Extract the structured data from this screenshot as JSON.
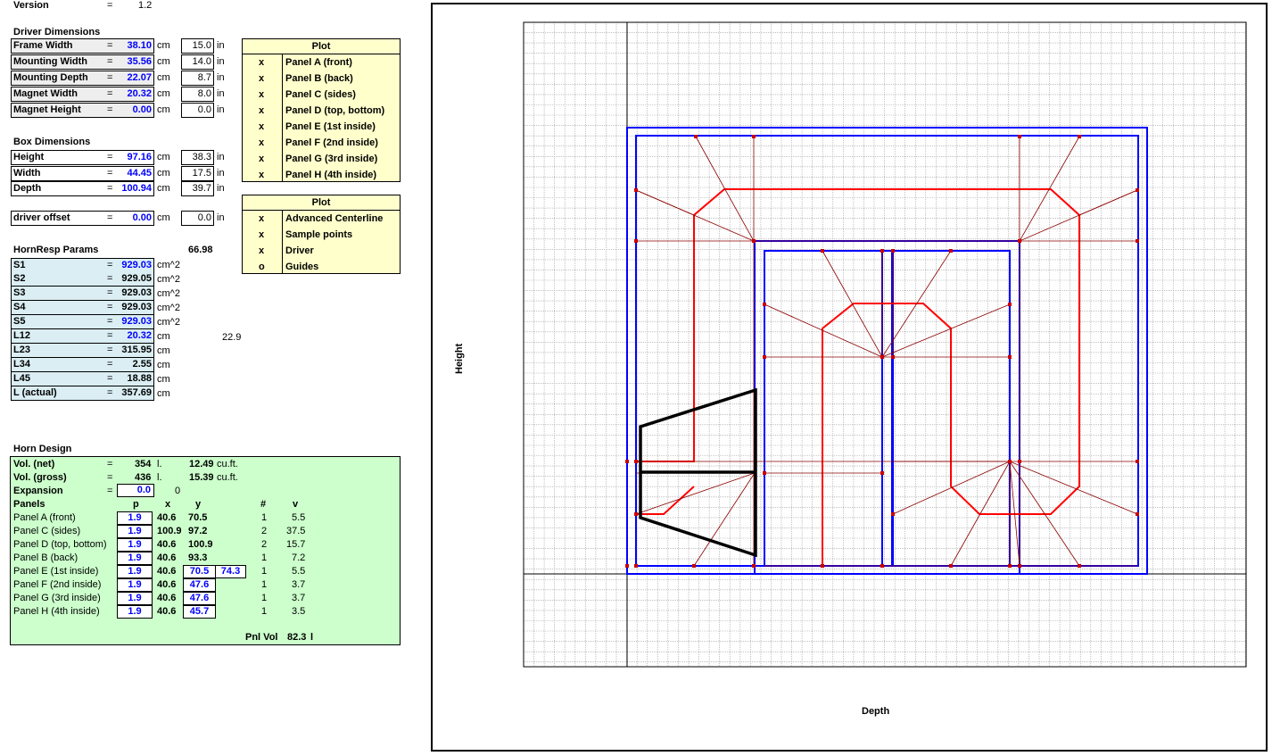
{
  "version": {
    "label": "Version",
    "eq": "=",
    "value": "1.2"
  },
  "driver": {
    "title": "Driver Dimensions",
    "rows": [
      {
        "label": "Frame Width",
        "eq": "=",
        "cm": "38.10",
        "unit_cm": "cm",
        "in": "15.0",
        "unit_in": "in"
      },
      {
        "label": "Mounting Width",
        "eq": "=",
        "cm": "35.56",
        "unit_cm": "cm",
        "in": "14.0",
        "unit_in": "in"
      },
      {
        "label": "Mounting Depth",
        "eq": "=",
        "cm": "22.07",
        "unit_cm": "cm",
        "in": "8.7",
        "unit_in": "in"
      },
      {
        "label": "Magnet Width",
        "eq": "=",
        "cm": "20.32",
        "unit_cm": "cm",
        "in": "8.0",
        "unit_in": "in"
      },
      {
        "label": "Magnet Height",
        "eq": "=",
        "cm": "0.00",
        "unit_cm": "cm",
        "in": "0.0",
        "unit_in": "in"
      }
    ]
  },
  "box": {
    "title": "Box Dimensions",
    "rows": [
      {
        "label": "Height",
        "eq": "=",
        "cm": "97.16",
        "unit_cm": "cm",
        "in": "38.3",
        "unit_in": "in"
      },
      {
        "label": "Width",
        "eq": "=",
        "cm": "44.45",
        "unit_cm": "cm",
        "in": "17.5",
        "unit_in": "in"
      },
      {
        "label": "Depth",
        "eq": "=",
        "cm": "100.94",
        "unit_cm": "cm",
        "in": "39.7",
        "unit_in": "in"
      }
    ],
    "offset": {
      "label": "driver offset",
      "eq": "=",
      "cm": "0.00",
      "unit_cm": "cm",
      "in": "0.0",
      "unit_in": "in"
    }
  },
  "plot1": {
    "header": "Plot",
    "items": [
      {
        "mark": "x",
        "label": "Panel A (front)"
      },
      {
        "mark": "x",
        "label": "Panel B (back)"
      },
      {
        "mark": "x",
        "label": "Panel C (sides)"
      },
      {
        "mark": "x",
        "label": "Panel D (top, bottom)"
      },
      {
        "mark": "x",
        "label": "Panel E (1st inside)"
      },
      {
        "mark": "x",
        "label": "Panel F (2nd inside)"
      },
      {
        "mark": "x",
        "label": "Panel G (3rd inside)"
      },
      {
        "mark": "x",
        "label": "Panel H (4th inside)"
      }
    ]
  },
  "plot2": {
    "header": "Plot",
    "items": [
      {
        "mark": "x",
        "label": "Advanced Centerline"
      },
      {
        "mark": "x",
        "label": "Sample points"
      },
      {
        "mark": "x",
        "label": "Driver"
      },
      {
        "mark": "o",
        "label": "Guides"
      }
    ]
  },
  "hornresp": {
    "title": "HornResp Params",
    "side_value": "66.98",
    "l12_side": "22.9",
    "rows": [
      {
        "label": "S1",
        "eq": "=",
        "value": "929.03",
        "unit": "cm^2",
        "blue": true
      },
      {
        "label": "S2",
        "eq": "=",
        "value": "929.05",
        "unit": "cm^2",
        "blue": false
      },
      {
        "label": "S3",
        "eq": "=",
        "value": "929.03",
        "unit": "cm^2",
        "blue": false
      },
      {
        "label": "S4",
        "eq": "=",
        "value": "929.03",
        "unit": "cm^2",
        "blue": false
      },
      {
        "label": "S5",
        "eq": "=",
        "value": "929.03",
        "unit": "cm^2",
        "blue": true
      },
      {
        "label": "L12",
        "eq": "=",
        "value": "20.32",
        "unit": "cm",
        "blue": true
      },
      {
        "label": "L23",
        "eq": "=",
        "value": "315.95",
        "unit": "cm",
        "blue": false
      },
      {
        "label": "L34",
        "eq": "=",
        "value": "2.55",
        "unit": "cm",
        "blue": false
      },
      {
        "label": "L45",
        "eq": "=",
        "value": "18.88",
        "unit": "cm",
        "blue": false
      },
      {
        "label": "L (actual)",
        "eq": "=",
        "value": "357.69",
        "unit": "cm",
        "blue": false
      }
    ]
  },
  "horn": {
    "title": "Horn Design",
    "vol_net": {
      "label": "Vol. (net)",
      "eq": "=",
      "l": "354",
      "lu": "l.",
      "ft": "12.49",
      "ftu": "cu.ft."
    },
    "vol_gross": {
      "label": "Vol. (gross)",
      "eq": "=",
      "l": "436",
      "lu": "l.",
      "ft": "15.39",
      "ftu": "cu.ft."
    },
    "expansion": {
      "label": "Expansion",
      "eq": "=",
      "value": "0.0",
      "extra": "0"
    },
    "headers": {
      "panels": "Panels",
      "p": "p",
      "x": "x",
      "y": "y",
      "n": "#",
      "v": "v"
    },
    "panels": [
      {
        "name": "Panel A (front)",
        "p": "1.9",
        "x": "40.6",
        "y": "70.5",
        "y2": "",
        "n": "1",
        "v": "5.5",
        "ybox": false
      },
      {
        "name": "Panel C (sides)",
        "p": "1.9",
        "x": "100.9",
        "y": "97.2",
        "y2": "",
        "n": "2",
        "v": "37.5",
        "ybox": false
      },
      {
        "name": "Panel D (top, bottom)",
        "p": "1.9",
        "x": "40.6",
        "y": "100.9",
        "y2": "",
        "n": "2",
        "v": "15.7",
        "ybox": false
      },
      {
        "name": "Panel B (back)",
        "p": "1.9",
        "x": "40.6",
        "y": "93.3",
        "y2": "",
        "n": "1",
        "v": "7.2",
        "ybox": false
      },
      {
        "name": "Panel E (1st inside)",
        "p": "1.9",
        "x": "40.6",
        "y": "70.5",
        "y2": "74.3",
        "n": "1",
        "v": "5.5",
        "ybox": true
      },
      {
        "name": "Panel F (2nd inside)",
        "p": "1.9",
        "x": "40.6",
        "y": "47.6",
        "y2": "",
        "n": "1",
        "v": "3.7",
        "ybox": true
      },
      {
        "name": "Panel G (3rd inside)",
        "p": "1.9",
        "x": "40.6",
        "y": "47.6",
        "y2": "",
        "n": "1",
        "v": "3.7",
        "ybox": true
      },
      {
        "name": "Panel H (4th inside)",
        "p": "1.9",
        "x": "40.6",
        "y": "45.7",
        "y2": "",
        "n": "1",
        "v": "3.5",
        "ybox": true
      }
    ],
    "pnl_vol": {
      "label": "Pnl Vol",
      "value": "82.3",
      "unit": "l"
    }
  },
  "chart": {
    "ylabel": "Height",
    "xlabel": "Depth",
    "colors": {
      "blue": "#0000ff",
      "red": "#ff0000",
      "darkred": "#8b0000",
      "black": "#000000",
      "grid": "#9a9a9a"
    }
  }
}
